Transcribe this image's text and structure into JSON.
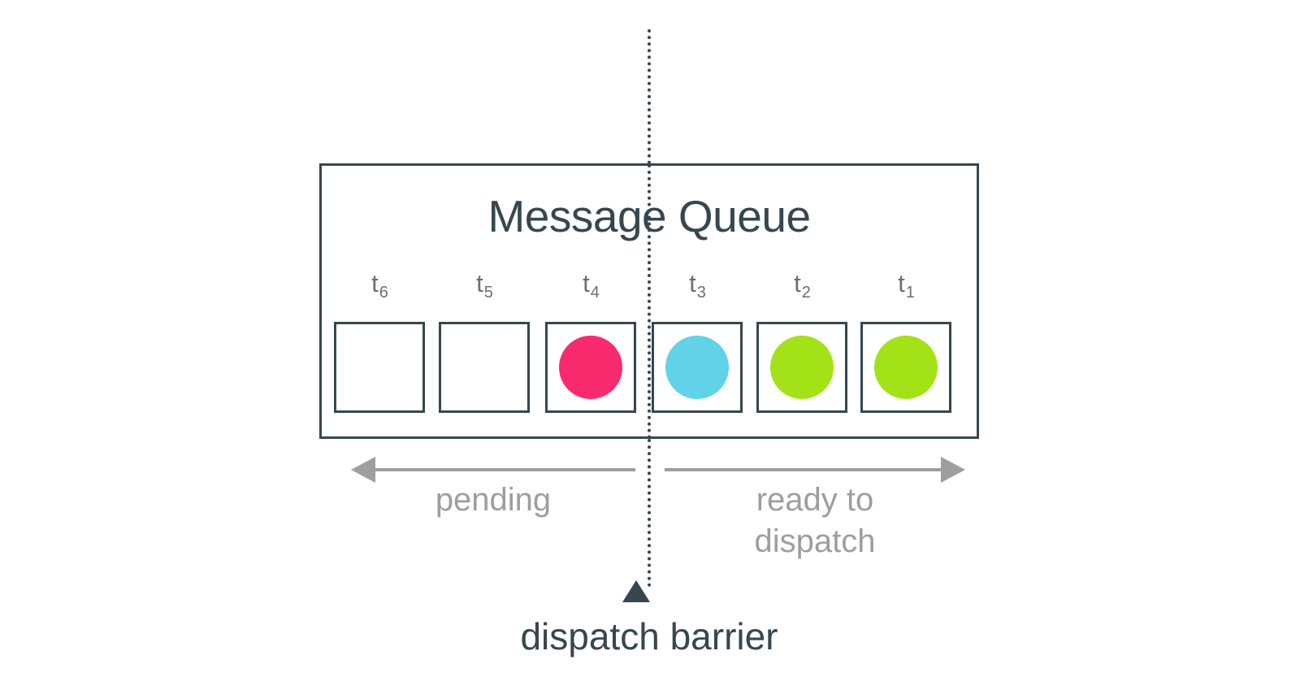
{
  "diagram": {
    "title": "Message Queue",
    "barrier": {
      "label": "dispatch barrier",
      "marker_icon": "up-triangle-icon",
      "line_icon": "vertical-dotted-line-icon",
      "line_color": "#37474f",
      "position_between_slots": [
        "t4",
        "t3"
      ]
    },
    "slots": [
      {
        "id": "t6",
        "label": "t",
        "subscript": "6",
        "state": "empty",
        "fill": "none",
        "dot_icon": "empty-slot-icon"
      },
      {
        "id": "t5",
        "label": "t",
        "subscript": "5",
        "state": "empty",
        "fill": "none",
        "dot_icon": "empty-slot-icon"
      },
      {
        "id": "t4",
        "label": "t",
        "subscript": "4",
        "state": "filled",
        "fill": "#f92a6e",
        "dot_icon": "pink-message-icon"
      },
      {
        "id": "t3",
        "label": "t",
        "subscript": "3",
        "state": "filled",
        "fill": "#62d2e8",
        "dot_icon": "cyan-message-icon"
      },
      {
        "id": "t2",
        "label": "t",
        "subscript": "2",
        "state": "filled",
        "fill": "#a4e218",
        "dot_icon": "green-message-icon"
      },
      {
        "id": "t1",
        "label": "t",
        "subscript": "1",
        "state": "filled",
        "fill": "#a4e218",
        "dot_icon": "green-message-icon"
      }
    ],
    "regions": [
      {
        "id": "pending",
        "label": "pending",
        "arrow_icon": "arrow-left-icon",
        "direction": "left",
        "color": "#9e9e9e"
      },
      {
        "id": "ready-to-dispatch",
        "label": "ready to\ndispatch",
        "label_line1": "ready to",
        "label_line2": "dispatch",
        "arrow_icon": "arrow-right-icon",
        "direction": "right",
        "color": "#9e9e9e"
      }
    ],
    "colors": {
      "outline": "#37474f",
      "title_text": "#37474f",
      "slot_label_text": "#6e6e6e",
      "region_text": "#9e9e9e",
      "arrow": "#9e9e9e",
      "background": "#ffffff"
    }
  }
}
